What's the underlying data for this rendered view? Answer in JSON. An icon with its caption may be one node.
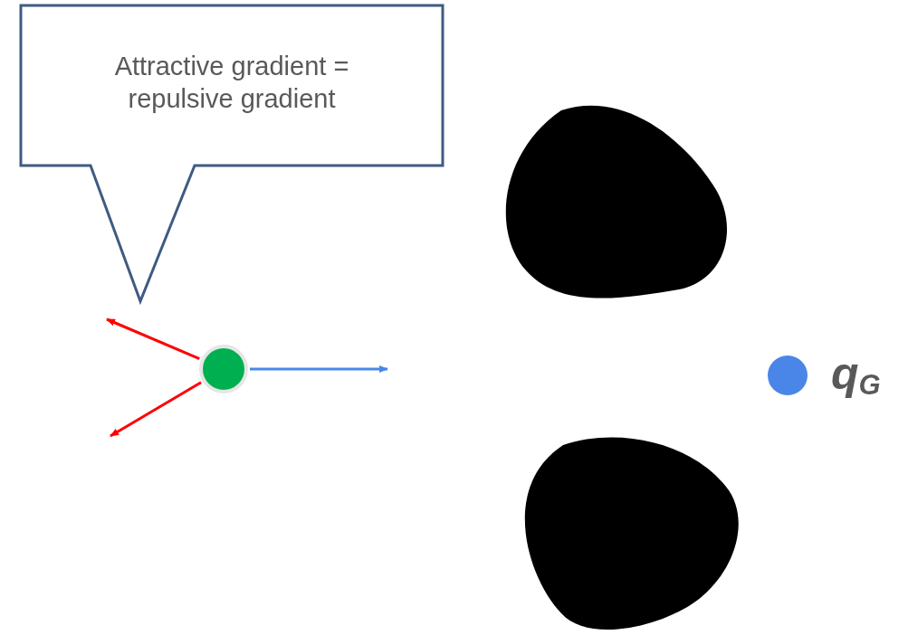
{
  "diagram": {
    "nodes": [
      {
        "text": [
          "Attractive gradient = repulsive gradient"
        ]
      },
      {
        "text": [],
        "shape": "circle"
      },
      {
        "text": [],
        "shape": "blob"
      },
      {
        "text": [],
        "shape": "blob"
      },
      {
        "text": [],
        "shape": "circle",
        "beside": [
          "q$_{G}$"
        ]
      }
    ],
    "edges": [
      {
        "from": 1,
        "to": null,
        "arrow": "to"
      },
      {
        "from": 1,
        "to": null,
        "arrow": "to"
      },
      {
        "from": 1,
        "to": null,
        "arrow": "to",
        "color": "#4a86e8"
      }
    ]
  }
}
